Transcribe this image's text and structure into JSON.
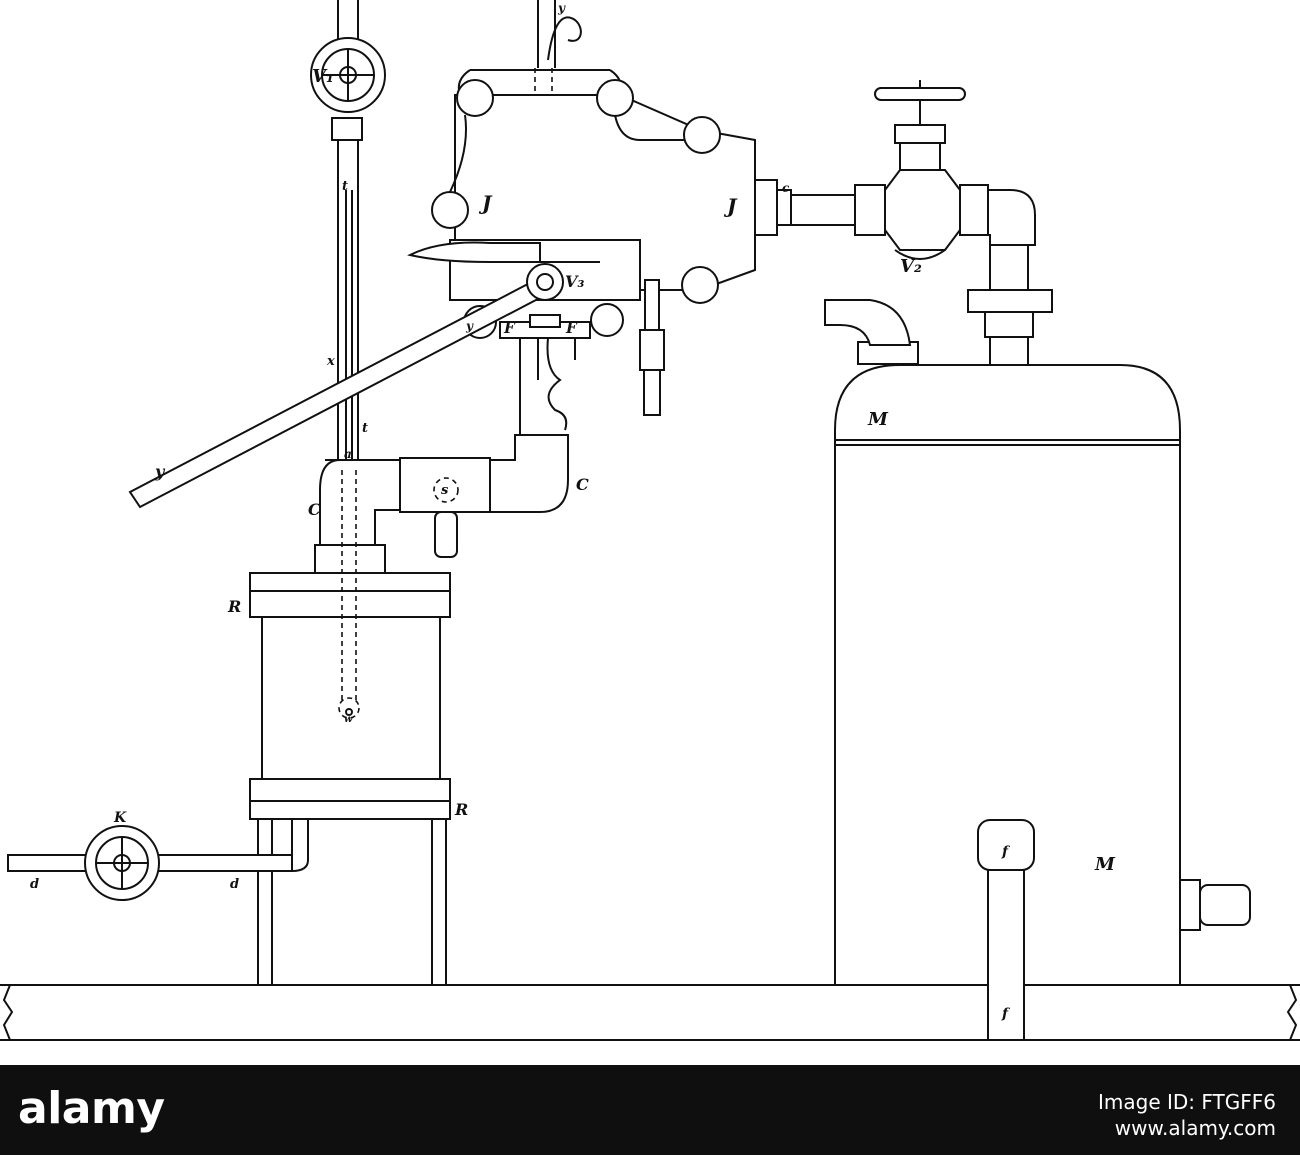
{
  "labels": {
    "V1": "V₁",
    "V2": "V₂",
    "V3": "V₃",
    "J_left": "J",
    "J_right": "J",
    "M_top": "M",
    "M_bottom": "M",
    "R_top": "R",
    "R_bottom": "R",
    "K": "K",
    "C_left": "C",
    "C_right": "C",
    "F_left": "F",
    "F_right": "F",
    "s": "s",
    "y_lever": "y",
    "y_top": "y",
    "y_small": "y",
    "t_top": "t",
    "t_mid": "t",
    "x": "x",
    "a": "a",
    "d_left": "d",
    "d_right": "d",
    "f_top": "f",
    "f_bottom": "f",
    "c": "c",
    "w": "w"
  },
  "stock_bar": {
    "logo": "alamy",
    "line1": "Image ID: FTGFF6",
    "line2": "www.alamy.com"
  },
  "colors": {
    "ink": "#111111",
    "paper": "#ffffff",
    "bar": "#0f0f0f"
  }
}
